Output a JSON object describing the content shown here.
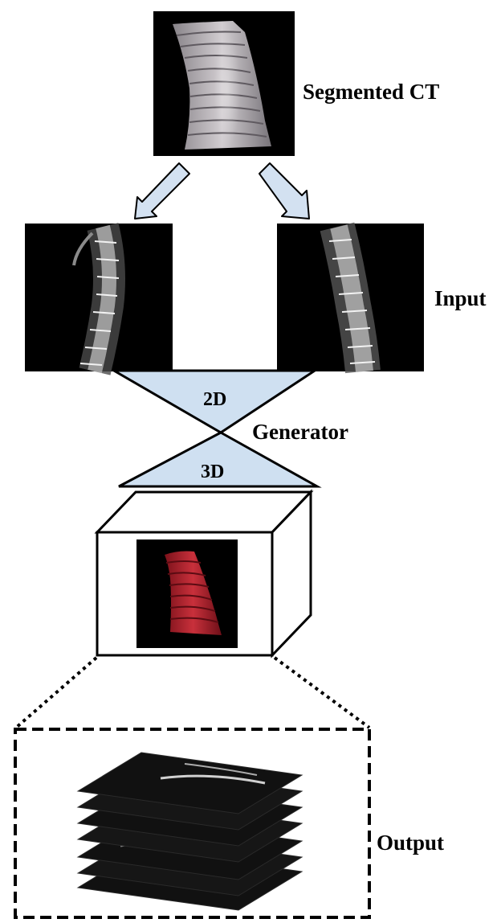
{
  "labels": {
    "segmented_ct": "Segmented CT",
    "input": "Input",
    "generator": "Generator",
    "stage_2d": "2D",
    "stage_3d": "3D",
    "output": "Output"
  },
  "colors": {
    "arrow_fill": "#d3e1f1",
    "funnel_fill": "#cfe0f1",
    "stroke": "#000000",
    "xray_bone": "#d9d9d9",
    "ct_bone": "#cbc6ca",
    "red_spine": "#b21f2a"
  }
}
